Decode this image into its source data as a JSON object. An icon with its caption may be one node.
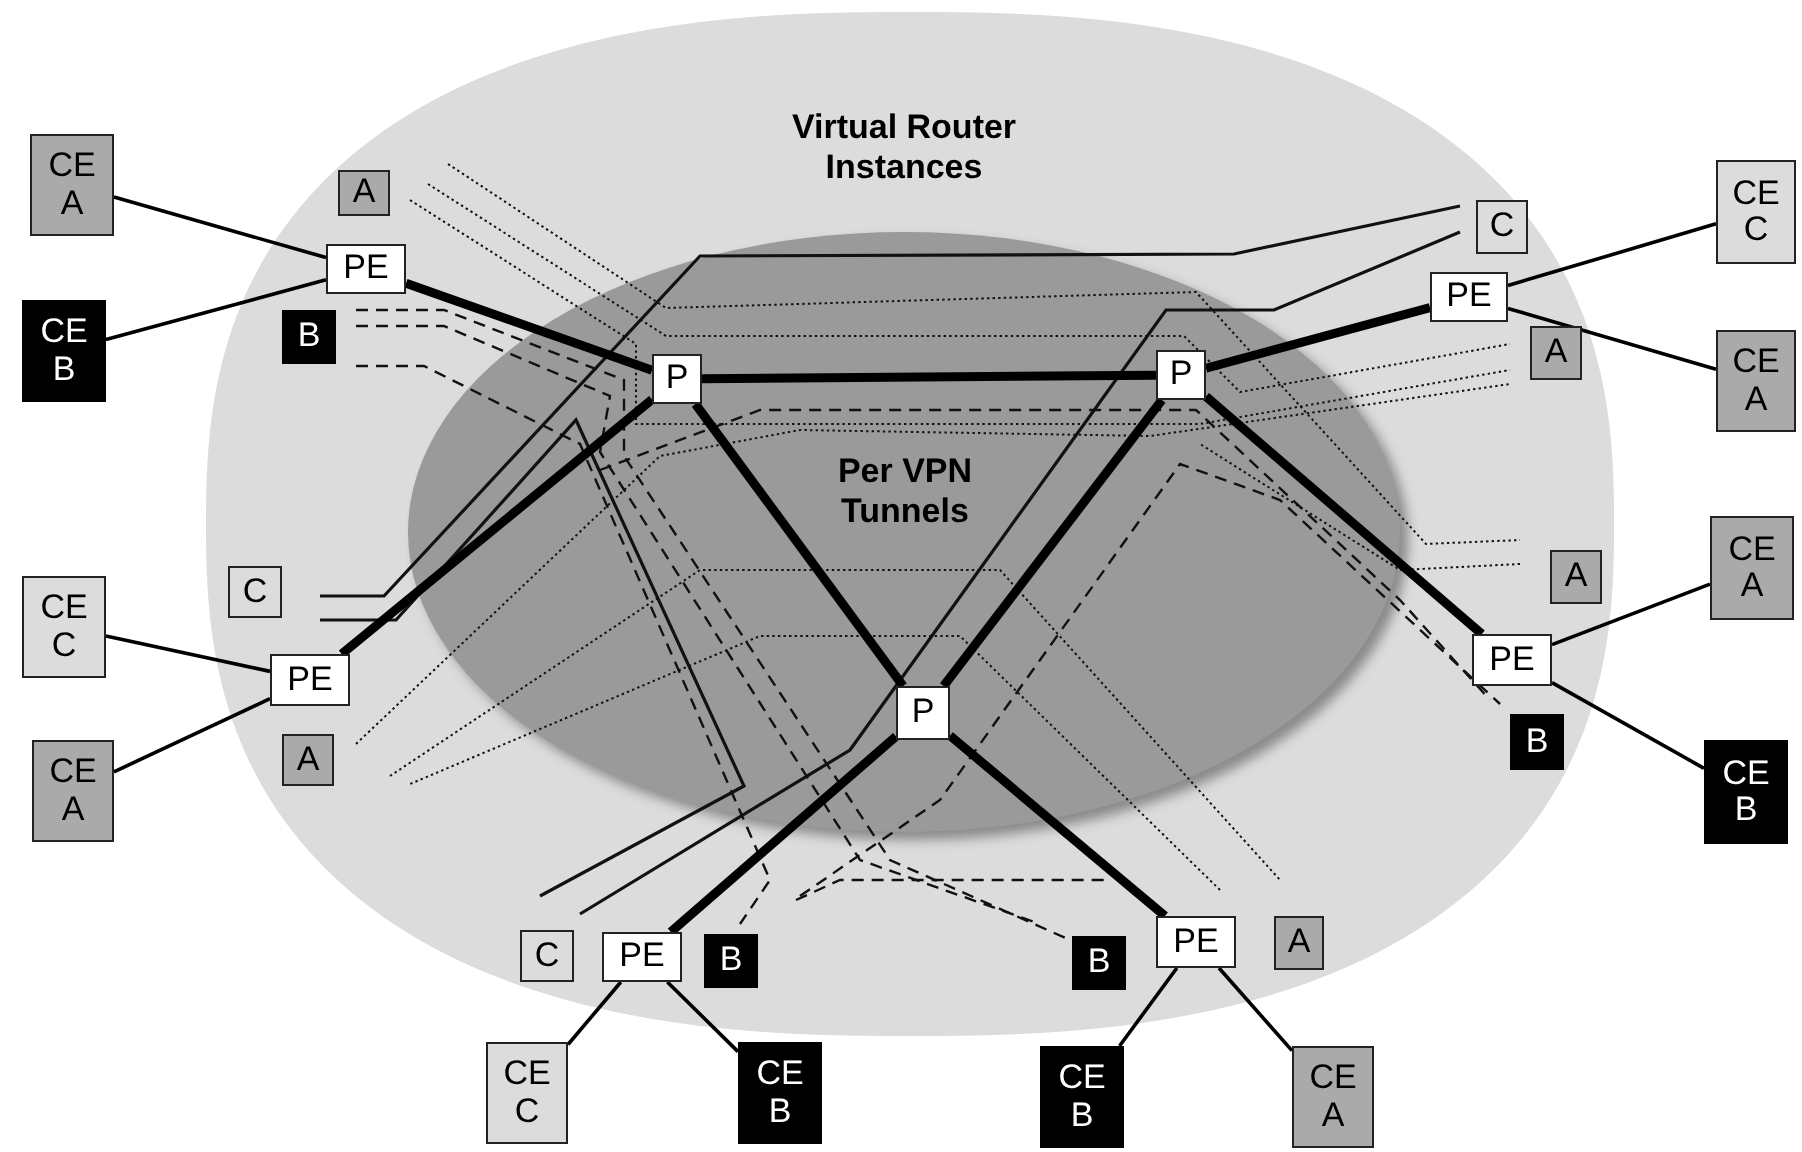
{
  "diagram": {
    "nodes": [
      {
        "text": [
          "Virtual Router Instances"
        ]
      },
      {
        "text": [
          "Per VPN Tunnels"
        ],
        "in": 0
      },
      {
        "text": [
          "P"
        ],
        "in": 1
      },
      {
        "text": [
          "P"
        ],
        "in": 1
      },
      {
        "text": [
          "P"
        ],
        "in": 1
      },
      {
        "text": [
          "PE"
        ],
        "in": 0
      },
      {
        "text": [
          "PE"
        ],
        "in": 0
      },
      {
        "text": [
          "PE"
        ],
        "in": 0
      },
      {
        "text": [
          "PE"
        ],
        "in": 0
      },
      {
        "text": [
          "PE"
        ],
        "in": 0
      },
      {
        "text": [
          "PE"
        ],
        "in": 0
      },
      {
        "text": [
          "CE A"
        ]
      },
      {
        "text": [
          "CE B"
        ]
      },
      {
        "text": [
          "CE C"
        ]
      },
      {
        "text": [
          "CE A"
        ]
      },
      {
        "text": [
          "CE C"
        ]
      },
      {
        "text": [
          "CE A"
        ]
      },
      {
        "text": [
          "CE A"
        ]
      },
      {
        "text": [
          "CE B"
        ]
      },
      {
        "text": [
          "CE C"
        ]
      },
      {
        "text": [
          "CE B"
        ]
      },
      {
        "text": [
          "CE B"
        ]
      },
      {
        "text": [
          "CE A"
        ]
      },
      {
        "text": [
          "A"
        ],
        "in": 0
      },
      {
        "text": [
          "B"
        ],
        "in": 0
      },
      {
        "text": [
          "C"
        ],
        "in": 0
      },
      {
        "text": [
          "A"
        ],
        "in": 0
      },
      {
        "text": [
          "A"
        ],
        "in": 0
      },
      {
        "text": [
          "C"
        ],
        "in": 0
      },
      {
        "text": [
          "B"
        ],
        "in": 0
      },
      {
        "text": [
          "A"
        ],
        "in": 0
      },
      {
        "text": [
          "C"
        ],
        "in": 0
      },
      {
        "text": [
          "B"
        ],
        "in": 0
      },
      {
        "text": [
          "B"
        ],
        "in": 0
      },
      {
        "text": [
          "A"
        ],
        "in": 0
      }
    ],
    "edges": [
      {
        "from": 5,
        "to": 2,
        "arrow": "none",
        "style": "thick"
      },
      {
        "from": 2,
        "to": 3,
        "arrow": "none",
        "style": "thick"
      },
      {
        "from": 3,
        "to": 6,
        "arrow": "none",
        "style": "thick"
      },
      {
        "from": 7,
        "to": 2,
        "arrow": "none",
        "style": "thick"
      },
      {
        "from": 2,
        "to": 4,
        "arrow": "none",
        "style": "thick"
      },
      {
        "from": 3,
        "to": 4,
        "arrow": "none",
        "style": "thick"
      },
      {
        "from": 3,
        "to": 8,
        "arrow": "none",
        "style": "thick"
      },
      {
        "from": 4,
        "to": 9,
        "arrow": "none",
        "style": "thick"
      },
      {
        "from": 4,
        "to": 10,
        "arrow": "none",
        "style": "thick"
      },
      {
        "from": 11,
        "to": 5,
        "arrow": "none"
      },
      {
        "from": 12,
        "to": 5,
        "arrow": "none"
      },
      {
        "from": 6,
        "to": 13,
        "arrow": "none"
      },
      {
        "from": 6,
        "to": 14,
        "arrow": "none"
      },
      {
        "from": 15,
        "to": 7,
        "arrow": "none"
      },
      {
        "from": 16,
        "to": 7,
        "arrow": "none"
      },
      {
        "from": 8,
        "to": 17,
        "arrow": "none"
      },
      {
        "from": 8,
        "to": 18,
        "arrow": "none"
      },
      {
        "from": 9,
        "to": 19,
        "arrow": "none"
      },
      {
        "from": 9,
        "to": 20,
        "arrow": "none"
      },
      {
        "from": 10,
        "to": 21,
        "arrow": "none"
      },
      {
        "from": 10,
        "to": 22,
        "arrow": "none"
      }
    ]
  }
}
